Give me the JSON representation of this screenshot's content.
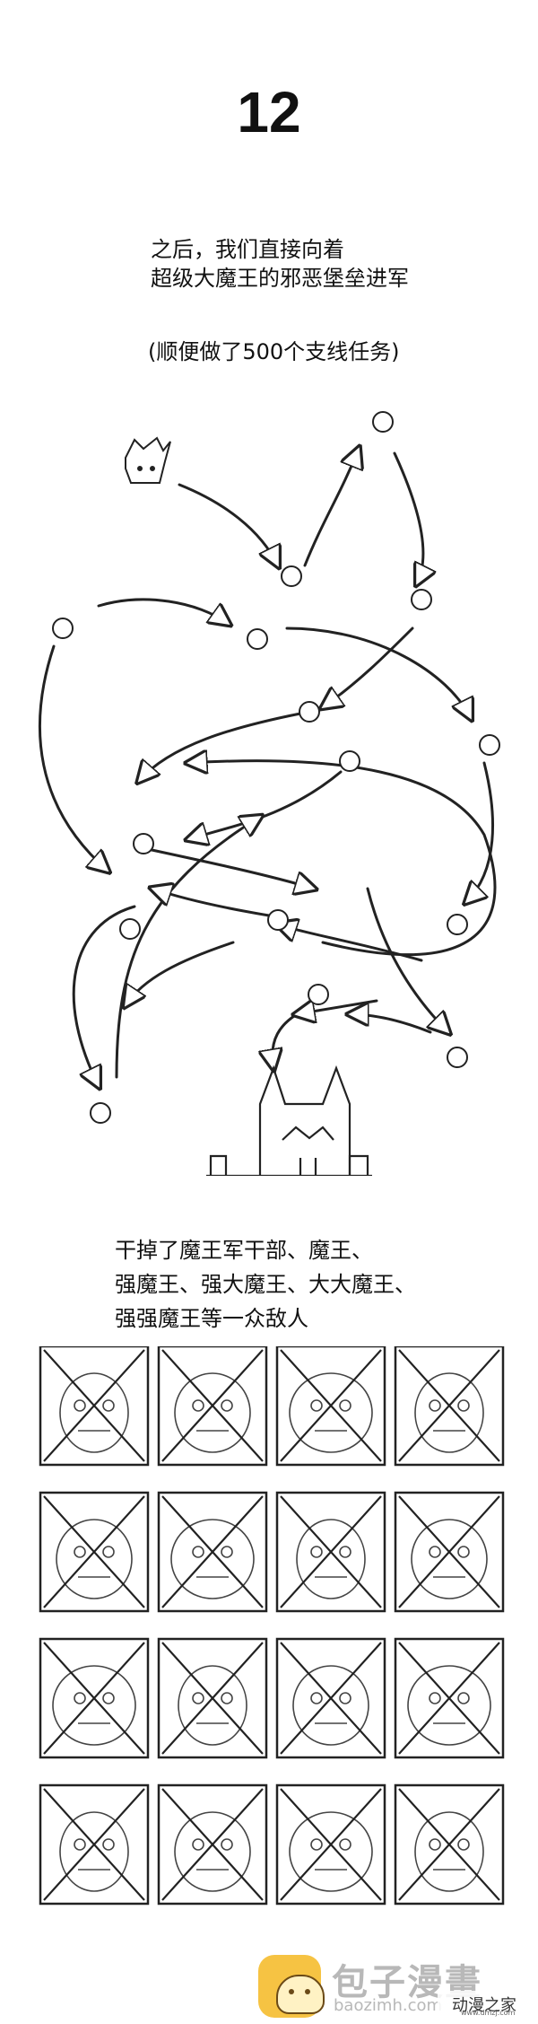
{
  "page": {
    "number": "12"
  },
  "captions": {
    "intro_line1": "之后，我们直接向着",
    "intro_line2": "超级大魔王的邪恶堡垒进军",
    "side_quests": "(顺便做了500个支线任务)",
    "defeated_line1": "干掉了魔王军干部、魔王、",
    "defeated_line2": "强魔王、强大魔王、大大魔王、",
    "defeated_line3": "强强魔王等一众敌人"
  },
  "defeated_grid": {
    "rows": 4,
    "columns": 4,
    "count": 16
  },
  "watermark": {
    "site_name": "包子漫畫",
    "site_url": "baozimh.com",
    "brand": "动漫之家",
    "brand_url": "www.dmzj.com"
  }
}
